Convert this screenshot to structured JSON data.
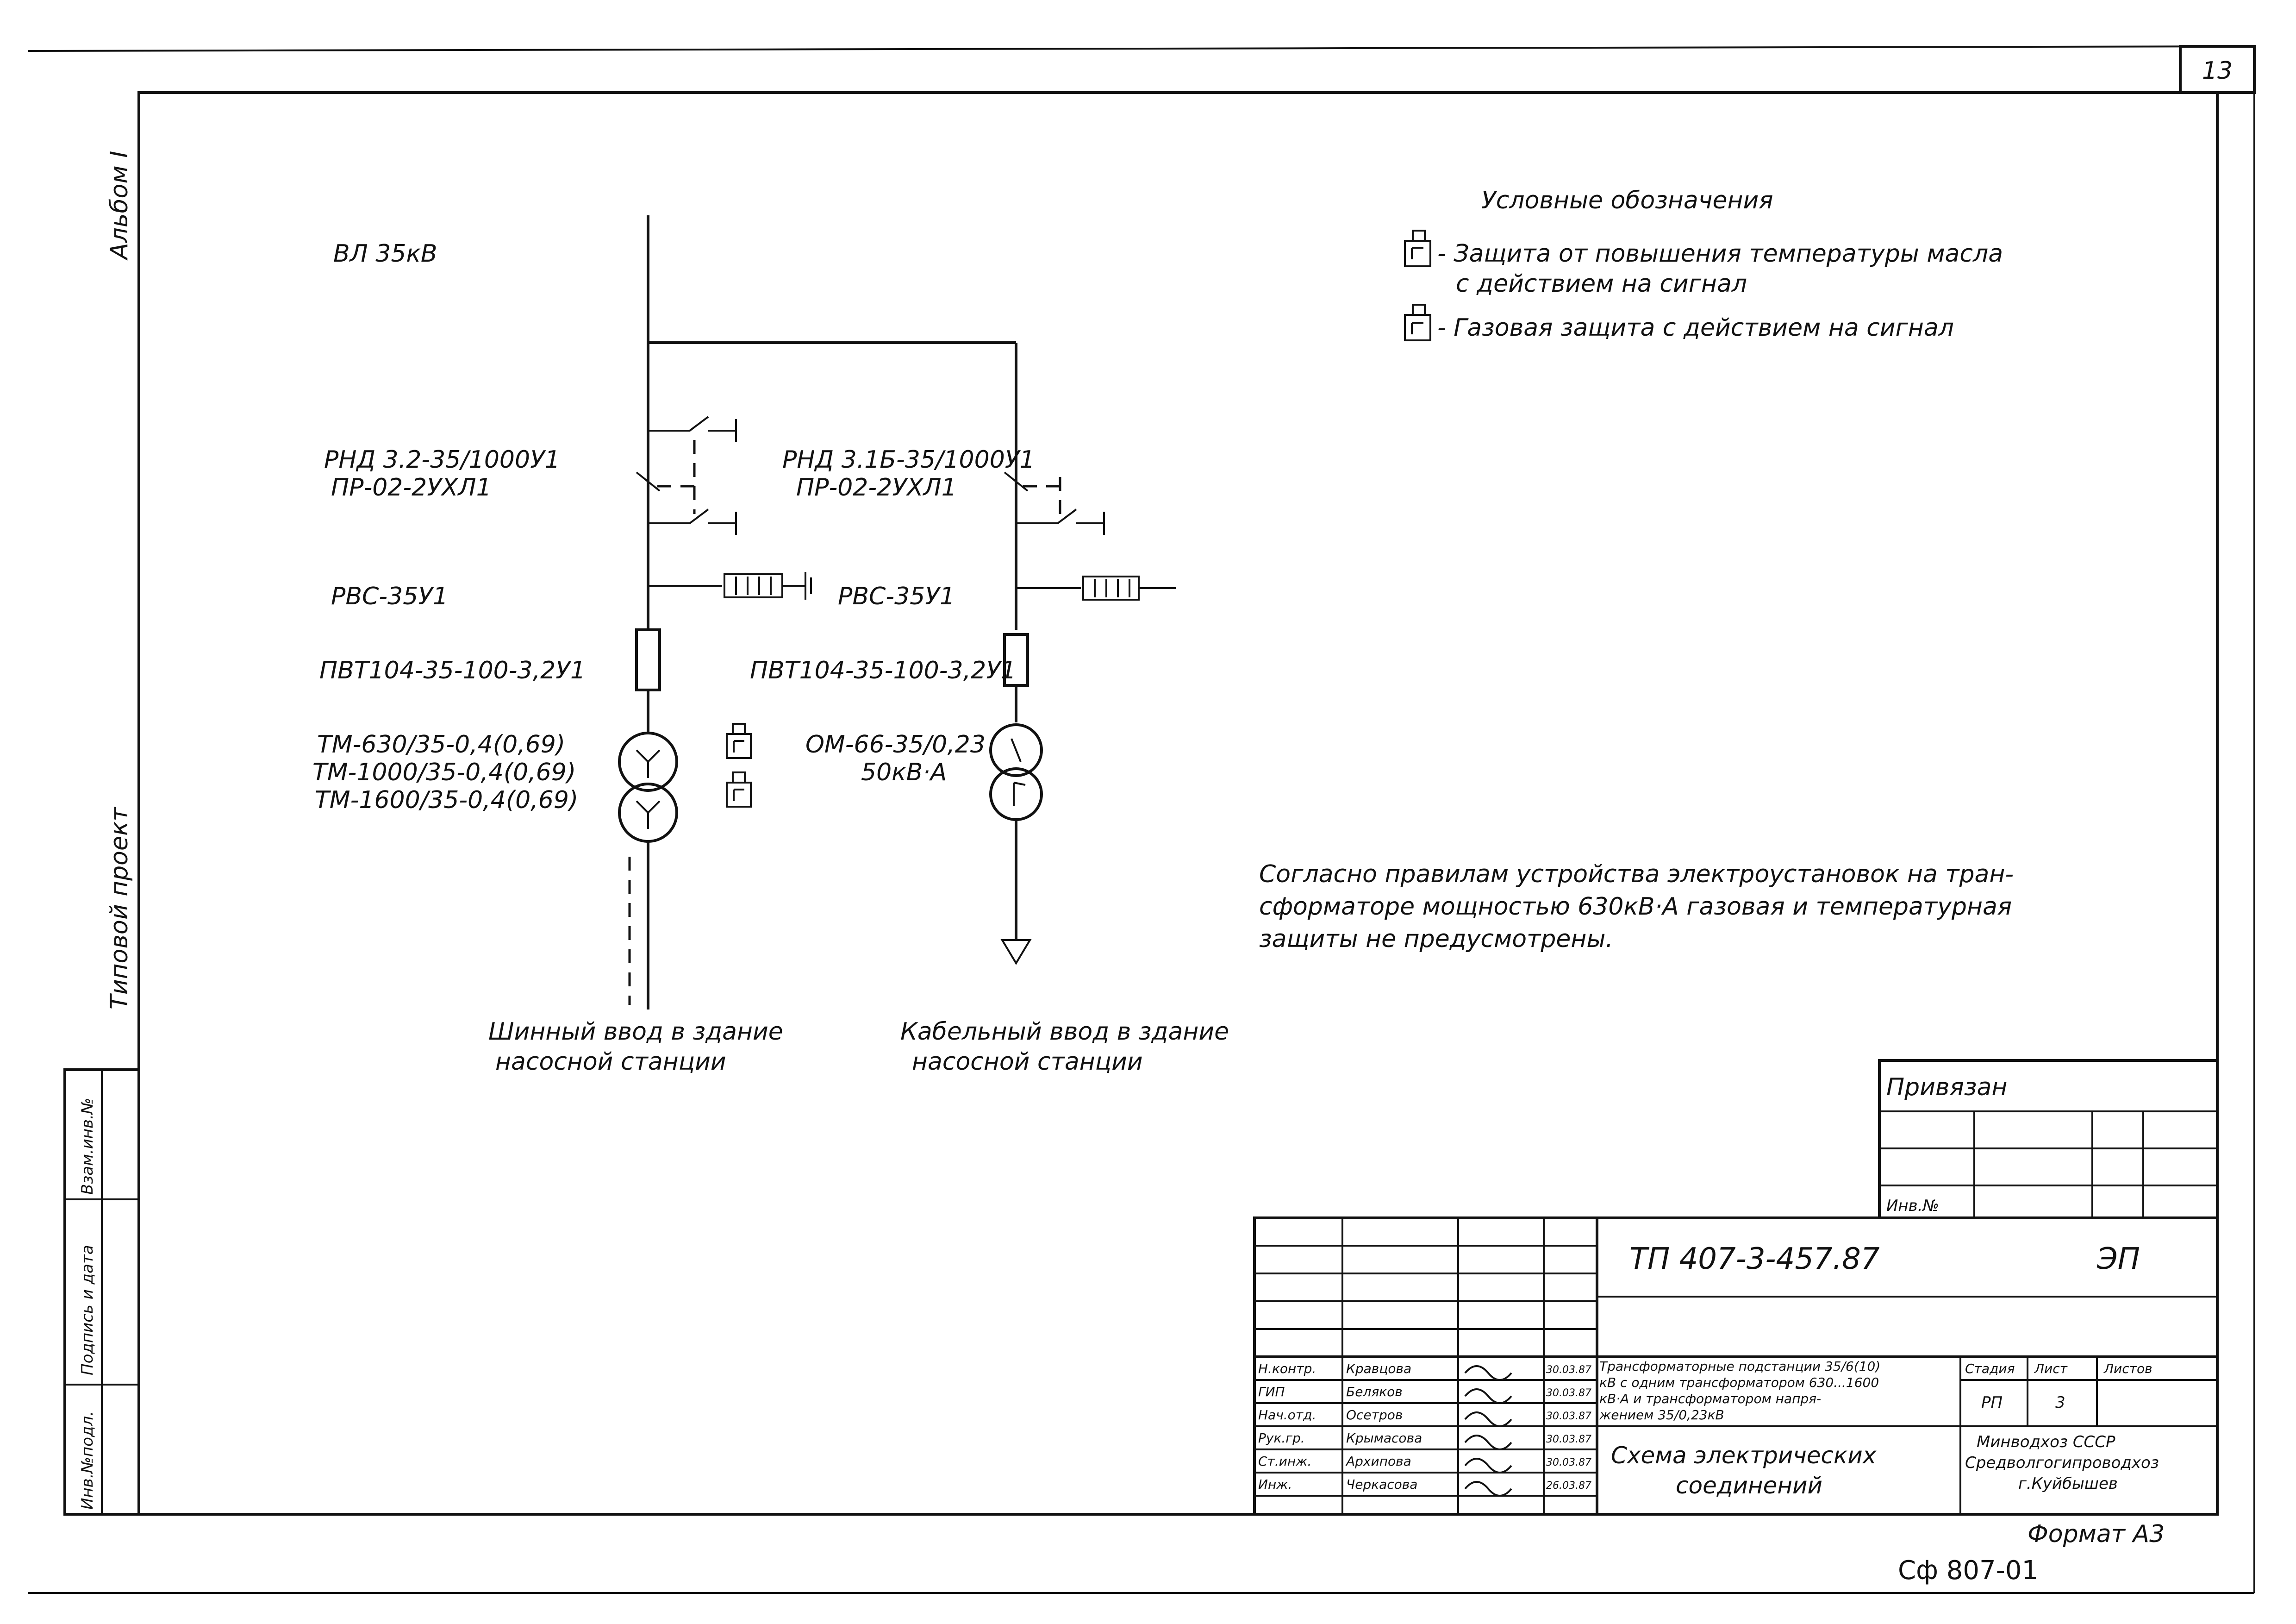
{
  "sheet_number": "13",
  "side_stamps": {
    "album": "Альбом I",
    "project_type": "Типовой проект",
    "inv_podl": "Инв.№подл.",
    "podpis_data": "Подпись и дата",
    "vzam_inv": "Взам.инв.№"
  },
  "legend": {
    "title": "Условные обозначения",
    "items": [
      {
        "icon": "oil-temperature-protection-icon",
        "text_line1": "- Защита от повышения температуры масла",
        "text_line2": "с действием на сигнал"
      },
      {
        "icon": "gas-protection-icon",
        "text_line1": "- Газовая защита с действием на сигнал",
        "text_line2": ""
      }
    ]
  },
  "diagram": {
    "line_label": "ВЛ 35кВ",
    "left_branch": {
      "disconnector_line1": "РНД 3.2-35/1000У1",
      "disconnector_line2": "ПР-02-2УХЛ1",
      "arrester": "РВС-35У1",
      "fuse": "ПВТ104-35-100-3,2У1",
      "transformer_line1": "ТМ-630/35-0,4(0,69)",
      "transformer_line2": "ТМ-1000/35-0,4(0,69)",
      "transformer_line3": "ТМ-1600/35-0,4(0,69)",
      "input_line1": "Шинный ввод в здание",
      "input_line2": "насосной станции"
    },
    "right_branch": {
      "disconnector_line1": "РНД 3.1Б-35/1000У1",
      "disconnector_line2": "ПР-02-2УХЛ1",
      "arrester": "РВС-35У1",
      "fuse": "ПВТ104-35-100-3,2У1",
      "transformer_line1": "ОМ-66-35/0,23",
      "transformer_line2": "50кВ·А",
      "input_line1": "Кабельный ввод в здание",
      "input_line2": "насосной станции"
    }
  },
  "note": {
    "line1": "Согласно правилам устройства электроустановок на тран-",
    "line2": "сформаторе мощностью 630кВ·А газовая и температурная",
    "line3": "защиты не предусмотрены."
  },
  "binding_block": {
    "title": "Привязан",
    "inv_label": "Инв.№"
  },
  "title_block": {
    "designation": "ТП  407-3-457.87",
    "mark": "ЭП",
    "project_name_line1": "Трансформаторные подстанции 35/6(10)",
    "project_name_line2": "кВ с одним трансформатором 630...1600",
    "project_name_line3": "кВ·А и трансформатором напря-",
    "project_name_line4": "жением 35/0,23кВ",
    "stage_header": "Стадия",
    "sheet_header": "Лист",
    "sheets_header": "Листов",
    "stage": "РП",
    "sheet": "3",
    "sheets": "",
    "drawing_title_line1": "Схема электрических",
    "drawing_title_line2": "соединений",
    "org_line1": "Минводхоз СССР",
    "org_line2": "Средволгогипроводхоз",
    "org_line3": "г.Куйбышев",
    "signatures": [
      {
        "role": "Н.контр.",
        "name": "Кравцова",
        "date": "30.03.87"
      },
      {
        "role": "ГИП",
        "name": "Беляков",
        "date": "30.03.87"
      },
      {
        "role": "Нач.отд.",
        "name": "Осетров",
        "date": "30.03.87"
      },
      {
        "role": "Рук.гр.",
        "name": "Крымасова",
        "date": "30.03.87"
      },
      {
        "role": "Ст.инж.",
        "name": "Архипова",
        "date": "30.03.87"
      },
      {
        "role": "Инж.",
        "name": "Черкасова",
        "date": "26.03.87"
      }
    ]
  },
  "format": "Формат А3",
  "archive_number": "Сф 807-01"
}
